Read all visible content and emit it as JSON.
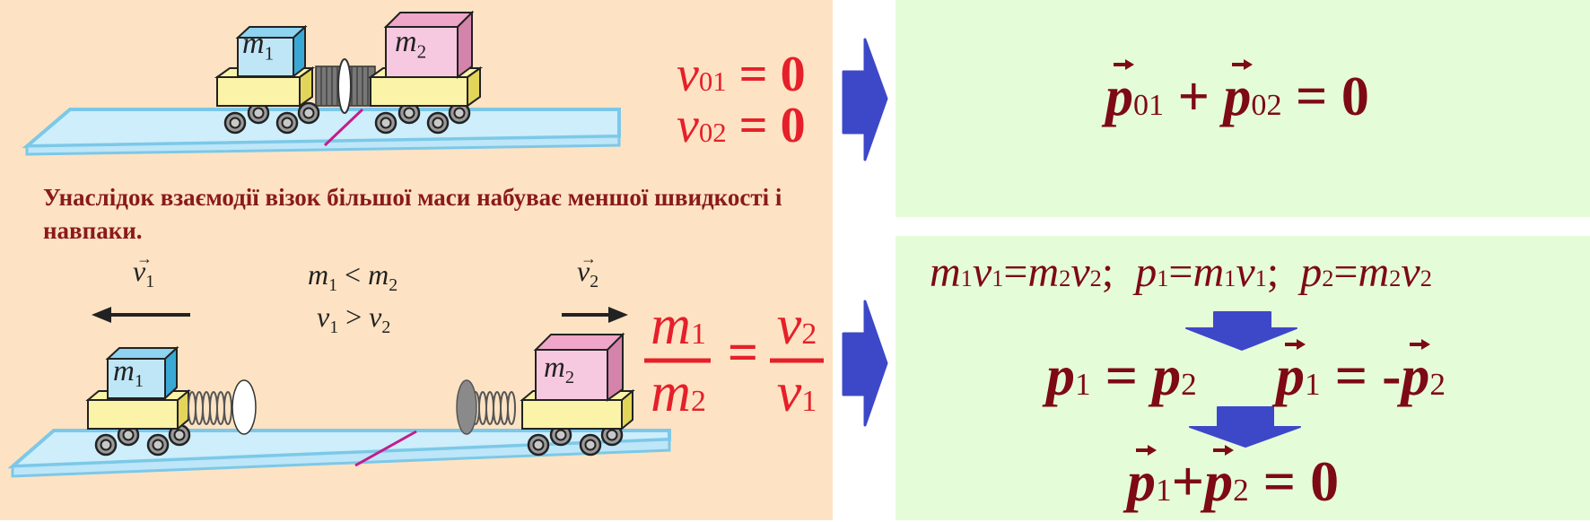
{
  "colors": {
    "left_panel_bg": "#fde3c3",
    "right_panel_bg": "#e5fcd9",
    "arrow_blue": "#3d48c8",
    "red_formula": "#e5202a",
    "dark_red_formula": "#7d0a14",
    "caption_color": "#8b1a1a",
    "track_blue": "#cdeefa",
    "cube1_blue": "#bfe6f7",
    "cube2_pink": "#f7c9e0",
    "cart_yellow": "#fbf3a8",
    "string_magenta": "#c21d8f"
  },
  "top_scene": {
    "cube1_label": "m",
    "cube1_sub": "1",
    "cube2_label": "m",
    "cube2_sub": "2",
    "v01_var": "v",
    "v01_sub": "01",
    "v01_rhs": "= 0",
    "v02_var": "v",
    "v02_sub": "02",
    "v02_rhs": "= 0"
  },
  "caption": "Унаслідок взаємодії візок більшої маси набуває меншої швидкості і навпаки.",
  "bottom_scene": {
    "v1_label": "v",
    "v1_sub": "1",
    "v2_label": "v",
    "v2_sub": "2",
    "mass_relation": {
      "a": "m",
      "a_sub": "1",
      "op": "<",
      "b": "m",
      "b_sub": "2"
    },
    "speed_relation": {
      "a": "v",
      "a_sub": "1",
      "op": ">",
      "b": "v",
      "b_sub": "2"
    },
    "cube1_label": "m",
    "cube1_sub": "1",
    "cube2_label": "m",
    "cube2_sub": "2",
    "ratio": {
      "left_num": "m",
      "left_num_sub": "1",
      "left_den": "m",
      "left_den_sub": "2",
      "eq": "=",
      "right_num": "v",
      "right_num_sub": "2",
      "right_den": "v",
      "right_den_sub": "1"
    }
  },
  "right_top": {
    "p1": "p",
    "p1_sub": "01",
    "plus": "+",
    "p2": "p",
    "p2_sub": "02",
    "rhs": "= 0"
  },
  "right_bottom": {
    "line1": {
      "a1": "m",
      "a1s": "1",
      "a2": "v",
      "a2s": "1",
      "eq1": "=",
      "a3": "m",
      "a3s": "2",
      "a4": "v",
      "a4s": "2",
      "sep1": ";",
      "b1": "p",
      "b1s": "1",
      "eq2": "=",
      "b2": "m",
      "b2s": "1",
      "b3": "v",
      "b3s": "1",
      "sep2": ";",
      "c1": "p",
      "c1s": "2",
      "eq3": "=",
      "c2": "m",
      "c2s": "2",
      "c3": "v",
      "c3s": "2"
    },
    "line2_left": {
      "p1": "p",
      "p1s": "1",
      "eq": "=",
      "p2": "p",
      "p2s": "2"
    },
    "line2_right": {
      "p1": "p",
      "p1s": "1",
      "eq": "= -",
      "p2": "p",
      "p2s": "2"
    },
    "line3": {
      "p1": "p",
      "p1s": "1",
      "plus": "+",
      "p2": "p",
      "p2s": "2",
      "rhs": "= 0"
    }
  }
}
